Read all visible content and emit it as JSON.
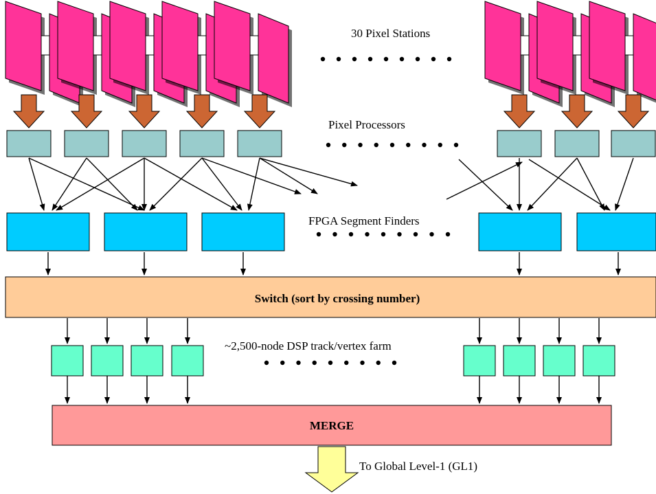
{
  "labels": {
    "stations": "30 Pixel Stations",
    "processors": "Pixel Processors",
    "segment_finders": "FPGA Segment Finders",
    "switch": "Switch (sort by crossing number)",
    "farm": "~2,500-node DSP track/vertex farm",
    "merge": "MERGE",
    "output": "To Global Level-1 (GL1)"
  },
  "colors": {
    "pixel_station": "#ff3399",
    "station_arrow": "#cc6633",
    "pixel_processor": "#99cccc",
    "segment_finder": "#00ccff",
    "switch": "#ffcc99",
    "dsp_node": "#66ffcc",
    "merge": "#ff9999",
    "output_arrow": "#ffff99"
  }
}
